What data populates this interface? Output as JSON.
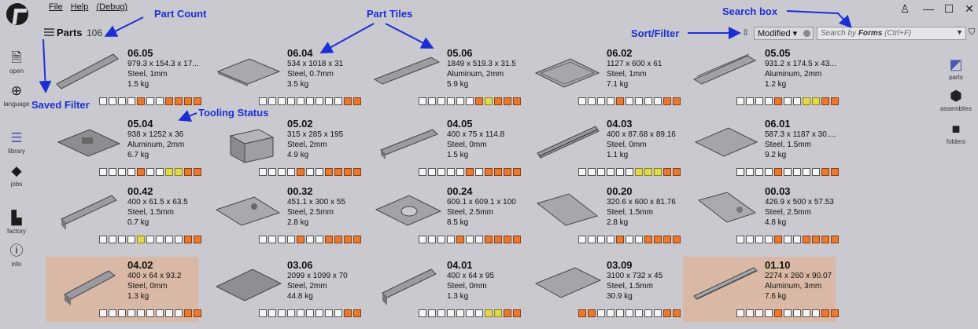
{
  "menu": [
    "File",
    "Help",
    "(Debug)"
  ],
  "left_nav": [
    {
      "label": "open",
      "icon": "document-icon"
    },
    {
      "label": "language",
      "icon": "globe-icon"
    },
    {
      "label": "library",
      "icon": "library-icon"
    },
    {
      "label": "jobs",
      "icon": "tag-icon"
    },
    {
      "label": "factory",
      "icon": "factory-icon"
    },
    {
      "label": "info",
      "icon": "info-icon"
    }
  ],
  "right_nav": [
    {
      "label": "parts",
      "icon": "parts-icon"
    },
    {
      "label": "assemblies",
      "icon": "assemblies-icon"
    },
    {
      "label": "folders",
      "icon": "folder-icon"
    }
  ],
  "header": {
    "title": "Parts",
    "count": "106"
  },
  "sort": {
    "value": "Modified"
  },
  "search": {
    "prefix": "Search by ",
    "field": "Forms",
    "shortcut": " (Ctrl+F)"
  },
  "annotations": {
    "part_count": "Part Count",
    "part_tiles": "Part Tiles",
    "search_box": "Search box",
    "sort_filter": "Sort/Filter",
    "saved_filter": "Saved Filter",
    "tooling_status": "Tooling Status"
  },
  "colors": {
    "accent": "#4a58b0",
    "annotation": "#1b2fd6",
    "tool_orange": "#e8792f",
    "tool_yellow": "#e2d94a",
    "highlight_tile": "#d9b9a5"
  },
  "tiles": [
    {
      "part": "06.05",
      "dims": "979.3 x 154.3 x 17...",
      "material": "Steel, 1mm",
      "weight": "1.5 kg",
      "tools": "wwwwowwoooo",
      "highlight": false
    },
    {
      "part": "06.04",
      "dims": "534 x 1018 x 31",
      "material": "Steel, 0.7mm",
      "weight": "3.5 kg",
      "tools": "wwwwwwwwwoo",
      "highlight": false
    },
    {
      "part": "05.06",
      "dims": "1849 x 519.3 x 31.5",
      "material": "Aluminum, 2mm",
      "weight": "5.9 kg",
      "tools": "wwwwwwoyooo",
      "highlight": false
    },
    {
      "part": "06.02",
      "dims": "1127 x 600 x 61",
      "material": "Steel, 1mm",
      "weight": "7.1 kg",
      "tools": "wwwwowwwwoo",
      "highlight": false
    },
    {
      "part": "05.05",
      "dims": "931.2 x 174.5 x 43...",
      "material": "Aluminum, 2mm",
      "weight": "1.2 kg",
      "tools": "wwwwowwyyoo",
      "highlight": false
    },
    {
      "part": "05.04",
      "dims": "938 x 1252 x 36",
      "material": "Aluminum, 2mm",
      "weight": "6.7 kg",
      "tools": "wwwwowwyyoo",
      "highlight": false
    },
    {
      "part": "05.02",
      "dims": "315 x 285 x 195",
      "material": "Steel, 2mm",
      "weight": "4.9 kg",
      "tools": "wwwwowwoooo",
      "highlight": false
    },
    {
      "part": "04.05",
      "dims": "400 x 75 x 114.8",
      "material": "Steel, 0mm",
      "weight": "1.5 kg",
      "tools": "wwwwwowoooo",
      "highlight": false
    },
    {
      "part": "04.03",
      "dims": "400 x 87.68 x 89.16",
      "material": "Steel, 0mm",
      "weight": "1.1 kg",
      "tools": "wwwwwwyyyoo",
      "highlight": false
    },
    {
      "part": "06.01",
      "dims": "587.3 x 1187 x 30....",
      "material": "Steel, 1.5mm",
      "weight": "9.2 kg",
      "tools": "wwwwowwwwoo",
      "highlight": false
    },
    {
      "part": "00.42",
      "dims": "400 x 61.5 x 63.5",
      "material": "Steel, 1.5mm",
      "weight": "0.7 kg",
      "tools": "wwwwywwwwoo",
      "highlight": false
    },
    {
      "part": "00.32",
      "dims": "451.1 x 300 x 55",
      "material": "Steel, 2.5mm",
      "weight": "2.8 kg",
      "tools": "wwwwowwoooo",
      "highlight": false
    },
    {
      "part": "00.24",
      "dims": "609.1 x 609.1 x 100",
      "material": "Steel, 2.5mm",
      "weight": "8.5 kg",
      "tools": "wwwwowwoooo",
      "highlight": false
    },
    {
      "part": "00.20",
      "dims": "320.6 x 600 x 81.76",
      "material": "Steel, 1.5mm",
      "weight": "2.8 kg",
      "tools": "wwwwowwoooo",
      "highlight": false
    },
    {
      "part": "00.03",
      "dims": "426.9 x 500 x 57.53",
      "material": "Steel, 2.5mm",
      "weight": "4.8 kg",
      "tools": "wwwwowwoooo",
      "highlight": false
    },
    {
      "part": "04.02",
      "dims": "400 x 64 x 93.2",
      "material": "Steel, 0mm",
      "weight": "1.3 kg",
      "tools": "wwwwwwwwwoo",
      "highlight": true
    },
    {
      "part": "03.06",
      "dims": "2099 x 1099 x 70",
      "material": "Steel, 2mm",
      "weight": "44.8 kg",
      "tools": "wwwwwwwwwoo",
      "highlight": false
    },
    {
      "part": "04.01",
      "dims": "400 x 64 x 95",
      "material": "Steel, 0mm",
      "weight": "1.3 kg",
      "tools": "wwwwwwwyyoo",
      "highlight": false
    },
    {
      "part": "03.09",
      "dims": "3100 x 732 x 45",
      "material": "Steel, 1.5mm",
      "weight": "30.9 kg",
      "tools": "oowwwwwwwoo",
      "highlight": false
    },
    {
      "part": "01.10",
      "dims": "2274 x 260 x 90.07",
      "material": "Aluminum, 3mm",
      "weight": "7.6 kg",
      "tools": "wwwwowwwwoo",
      "highlight": true
    }
  ]
}
